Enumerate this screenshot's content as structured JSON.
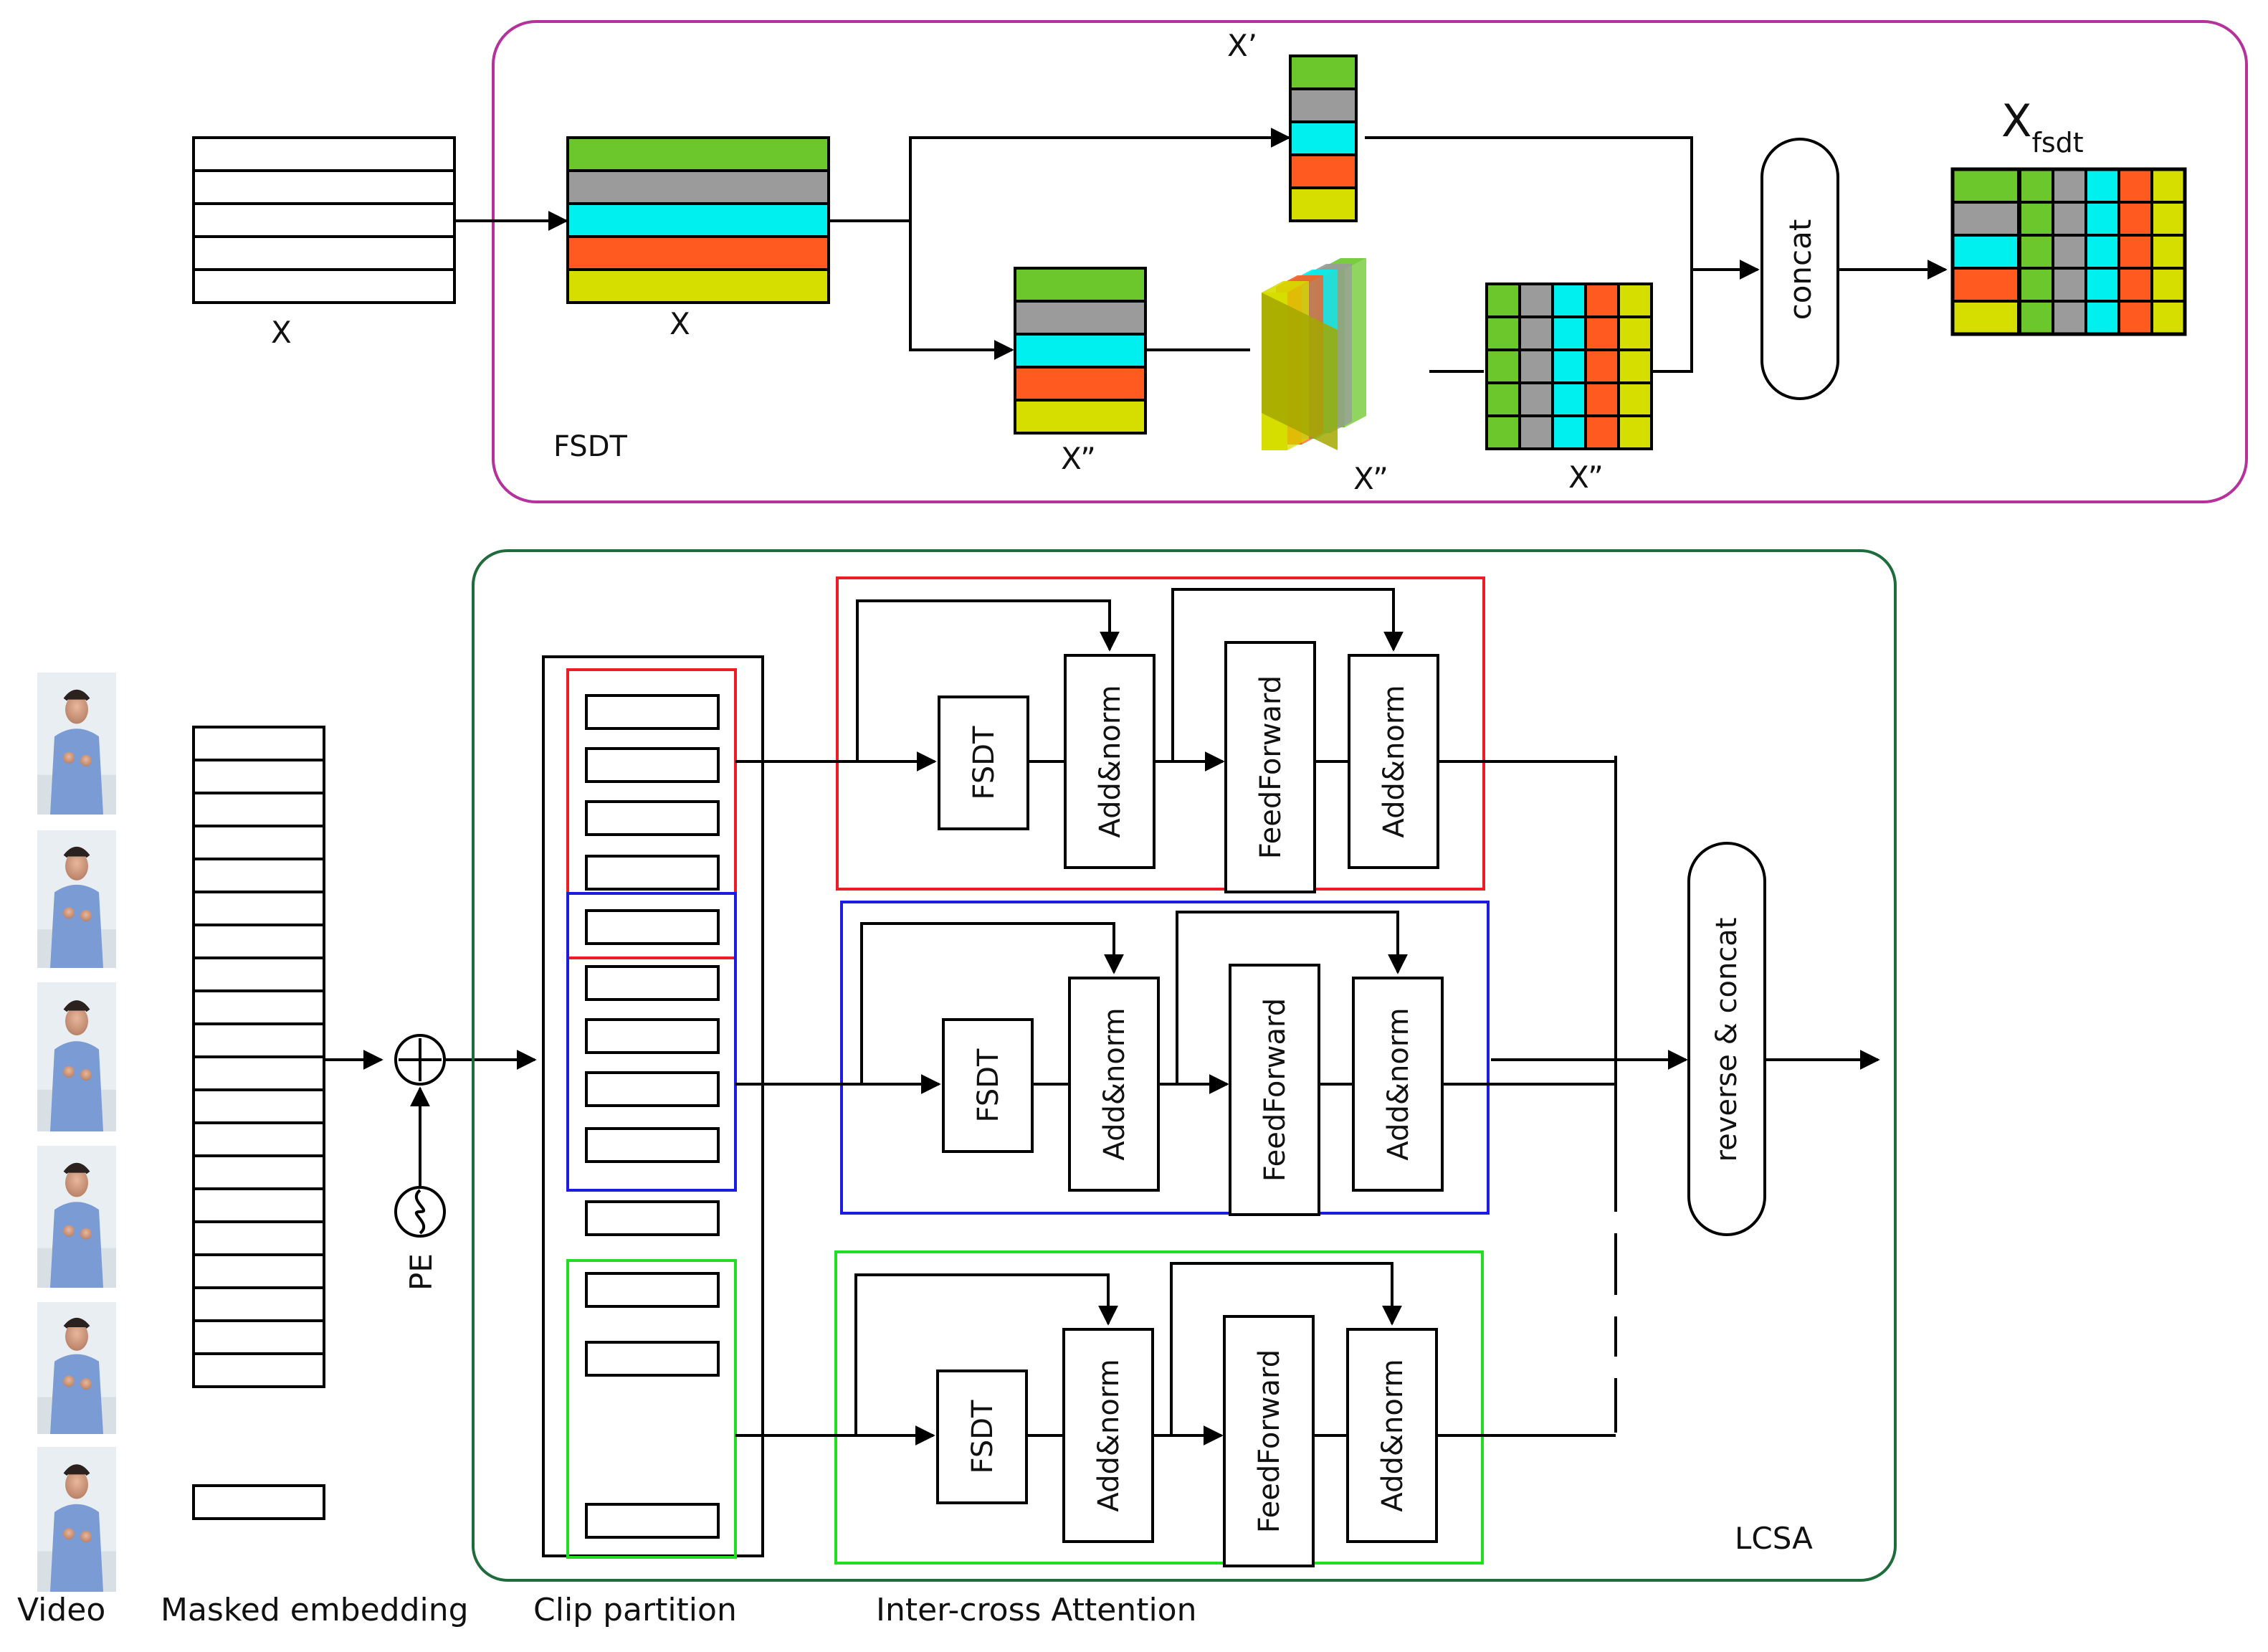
{
  "fsdt_panel": {
    "label": "FSDT",
    "input_label": "X",
    "split_label": "X",
    "x_prime_label": "X’",
    "x_dprime_label": "X”",
    "x_dprime_3d_label": "X”",
    "x_dprime_grid_label": "X”",
    "concat_label": "concat",
    "output_label_main": "X",
    "output_label_sub": "fsdt",
    "colors": [
      "#6cc72c",
      "#9b9b9b",
      "#00f0f0",
      "#ff5a1f",
      "#d6de00"
    ]
  },
  "lcsa_panel": {
    "label": "LCSA",
    "block_labels": {
      "fsdt": "FSDT",
      "add_norm": "Add&norm",
      "feedforward": "FeedForward"
    },
    "reverse_concat_label": "reverse & concat",
    "pe_label": "PE",
    "colors": {
      "red": "#ee1c24",
      "blue": "#1c1ce0",
      "green": "#22dd22",
      "panel": "#1e6b3c",
      "fsdt_panel": "#b5319c"
    }
  },
  "bottom_labels": {
    "video": "Video",
    "masked_embedding": "Masked embedding",
    "clip_partition": "Clip partition",
    "inter_cross_attention": "Inter-cross Attention"
  }
}
